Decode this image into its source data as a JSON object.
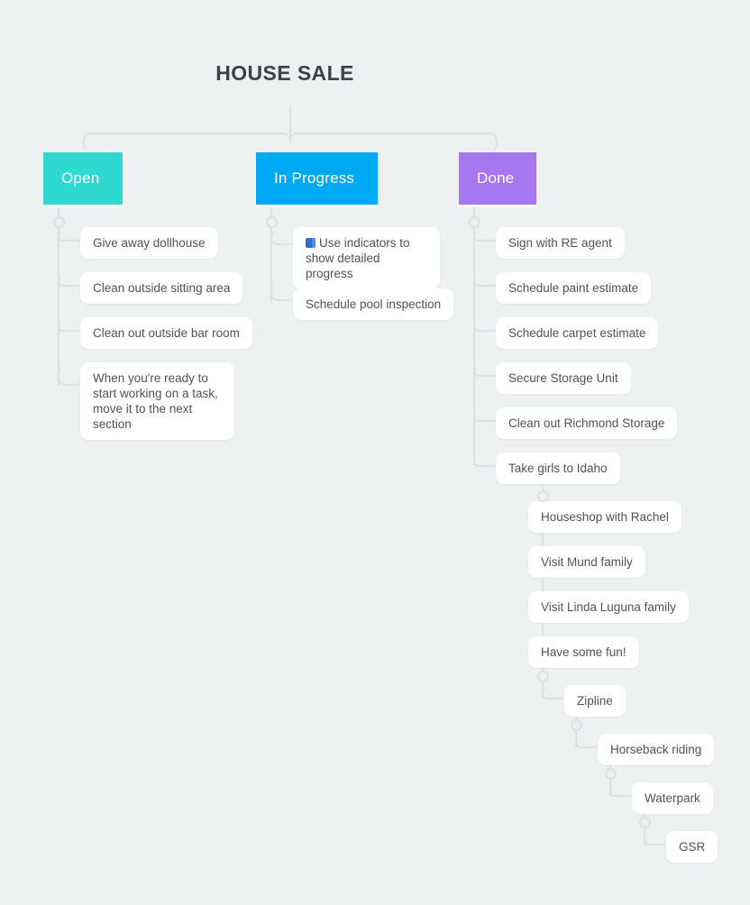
{
  "root": {
    "title": "HOUSE SALE"
  },
  "theme": {
    "background": "#eef1f2",
    "connector": "#dde2e4",
    "card_background": "#ffffff",
    "card_text": "#4c545b",
    "title_text": "#39434b",
    "indicator_color": "#2f6fd0"
  },
  "columns": [
    {
      "id": "open",
      "label": "Open",
      "color": "#2fd9cf",
      "items": [
        {
          "label": "Give away dollhouse"
        },
        {
          "label": "Clean outside sitting area"
        },
        {
          "label": "Clean out outside bar room"
        },
        {
          "label": "When you're ready to start working on a task, move it to the next section"
        }
      ]
    },
    {
      "id": "in-progress",
      "label": "In Progress",
      "color": "#00a9f4",
      "items": [
        {
          "label": "Use indicators to show detailed progress",
          "indicator": true
        },
        {
          "label": "Schedule pool inspection"
        }
      ]
    },
    {
      "id": "done",
      "label": "Done",
      "color": "#a678f0",
      "items": [
        {
          "label": "Sign with RE agent"
        },
        {
          "label": "Schedule paint estimate"
        },
        {
          "label": "Schedule carpet estimate"
        },
        {
          "label": "Secure Storage Unit"
        },
        {
          "label": "Clean out Richmond Storage"
        },
        {
          "label": "Take girls to Idaho"
        },
        {
          "label": "Houseshop with Rachel"
        },
        {
          "label": "Visit Mund family"
        },
        {
          "label": "Visit Linda Luguna family"
        },
        {
          "label": "Have some fun!"
        },
        {
          "label": "Zipline"
        },
        {
          "label": "Horseback riding"
        },
        {
          "label": "Waterpark"
        },
        {
          "label": "GSR"
        }
      ]
    }
  ]
}
